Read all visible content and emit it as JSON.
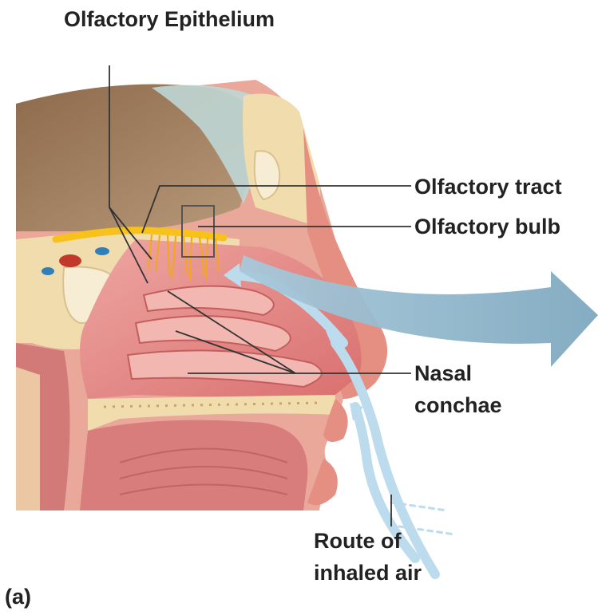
{
  "labels": {
    "olfactory_epithelium": "Olfactory Epithelium",
    "olfactory_tract": "Olfactory tract",
    "olfactory_bulb": "Olfactory bulb",
    "nasal_conchae_line1": "Nasal",
    "nasal_conchae_line2": "conchae",
    "route_line1": "Route of",
    "route_line2": "inhaled air",
    "panel": "(a)"
  },
  "colors": {
    "skin": "#e79a8a",
    "mucosa": "#e5888a",
    "bone": "#f1dcae",
    "brain": "#a58667",
    "nerve": "#f7c21b",
    "airflow": "#bcdcee",
    "big_arrow": "#8cb5cb",
    "leader_line": "#333333"
  },
  "icons": {
    "airflow": "arrow-icon",
    "outflow": "large-arrow-icon"
  }
}
